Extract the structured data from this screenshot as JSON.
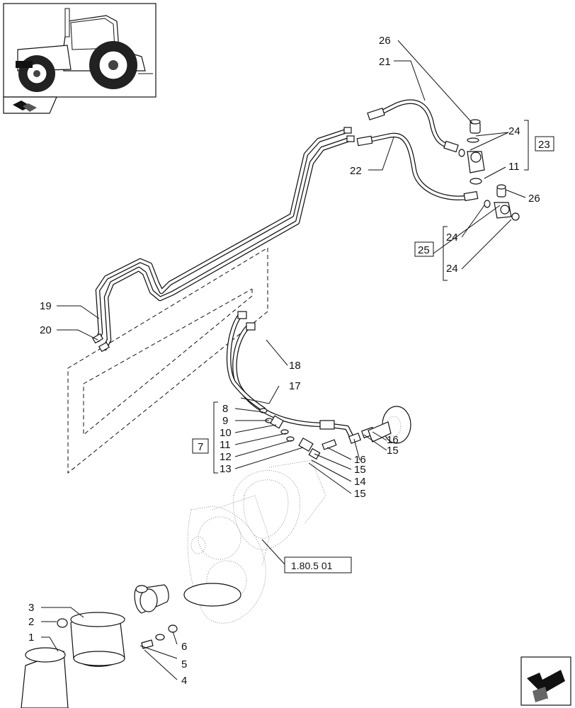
{
  "callouts": {
    "c1": "1",
    "c2": "2",
    "c3": "3",
    "c4": "4",
    "c5": "5",
    "c6": "6",
    "c7": "7",
    "c8": "8",
    "c9": "9",
    "c10": "10",
    "c11a": "11",
    "c11b": "11",
    "c12": "12",
    "c13": "13",
    "c14": "14",
    "c15a": "15",
    "c15b": "15",
    "c15c": "15",
    "c16a": "16",
    "c16b": "16",
    "c17": "17",
    "c18": "18",
    "c19": "19",
    "c20": "20",
    "c21": "21",
    "c22": "22",
    "c23": "23",
    "c24a": "24",
    "c24b": "24",
    "c24c": "24",
    "c25": "25",
    "c26a": "26",
    "c26b": "26"
  },
  "reference": "1.80.5 01",
  "icons": {
    "thumbnail": "tractor-icon",
    "badge": "section-arrow-icon",
    "nav": "next-page-arrow-icon"
  }
}
